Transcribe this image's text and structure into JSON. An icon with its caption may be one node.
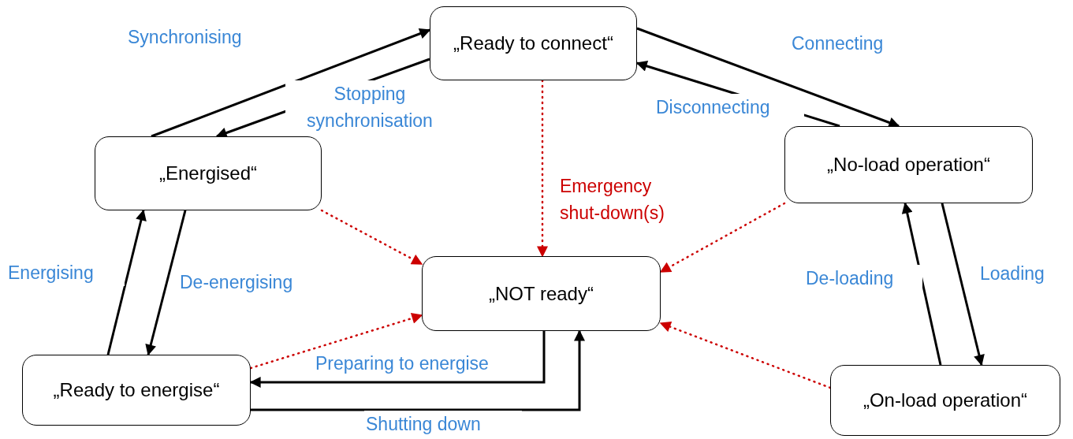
{
  "diagram": {
    "nodes": [
      {
        "text": [
          "„Ready to connect“"
        ]
      },
      {
        "text": [
          "„Energised“"
        ]
      },
      {
        "text": [
          "„No-load operation“"
        ]
      },
      {
        "text": [
          "„NOT ready“"
        ]
      },
      {
        "text": [
          "„Ready to energise“"
        ]
      },
      {
        "text": [
          "„On-load operation“"
        ]
      }
    ],
    "edges": [
      {
        "from": 1,
        "to": 0,
        "arrow": "to",
        "label": "Synchronising"
      },
      {
        "from": 0,
        "to": 1,
        "arrow": "to",
        "label": "Stopping synchronisation"
      },
      {
        "from": 0,
        "to": 2,
        "arrow": "to",
        "label": "Connecting"
      },
      {
        "from": 2,
        "to": 0,
        "arrow": "to",
        "label": "Disconnecting"
      },
      {
        "from": 4,
        "to": 1,
        "arrow": "to",
        "label": "Energising"
      },
      {
        "from": 1,
        "to": 4,
        "arrow": "to",
        "label": "De-energising"
      },
      {
        "from": 5,
        "to": 2,
        "arrow": "to",
        "label": "De-loading"
      },
      {
        "from": 2,
        "to": 5,
        "arrow": "to",
        "label": "Loading"
      },
      {
        "from": 3,
        "to": 4,
        "arrow": "to",
        "label": "Preparing to energise"
      },
      {
        "from": 4,
        "to": 3,
        "arrow": "to",
        "label": "Shutting down"
      },
      {
        "from": 0,
        "to": 3,
        "arrow": "to",
        "label": "Emergency shut-down(s)",
        "style": "dashed",
        "color": "#cc0000"
      },
      {
        "from": 1,
        "to": 3,
        "arrow": "to",
        "style": "dashed",
        "color": "#cc0000"
      },
      {
        "from": 4,
        "to": 3,
        "arrow": "to",
        "style": "dashed",
        "color": "#cc0000"
      },
      {
        "from": 2,
        "to": 3,
        "arrow": "to",
        "style": "dashed",
        "color": "#cc0000"
      },
      {
        "from": 5,
        "to": 3,
        "arrow": "to",
        "style": "dashed",
        "color": "#cc0000"
      }
    ]
  }
}
